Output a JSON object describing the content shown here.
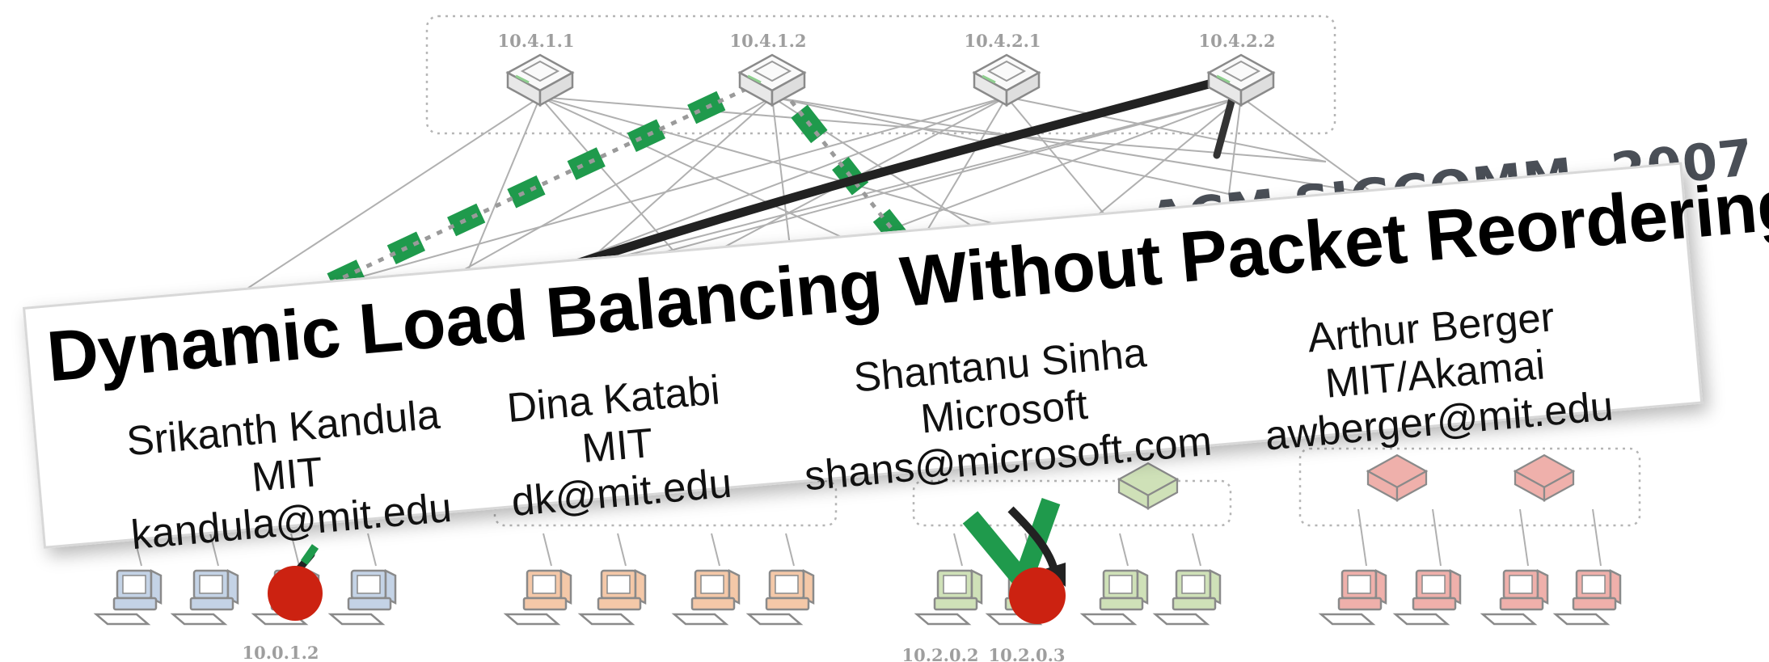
{
  "title": "Dynamic Load Balancing Without Packet Reordering",
  "venue": "ACM SIGCOMM, 2007",
  "authors": [
    {
      "name": "Srikanth Kandula",
      "affiliation": "MIT",
      "email": "kandula@mit.edu"
    },
    {
      "name": "Dina Katabi",
      "affiliation": "MIT",
      "email": "dk@mit.edu"
    },
    {
      "name": "Shantanu Sinha",
      "affiliation": "Microsoft",
      "email": "shans@microsoft.com"
    },
    {
      "name": "Arthur Berger",
      "affiliation": "MIT/Akamai",
      "email": "awberger@mit.edu"
    }
  ],
  "network": {
    "core_switches": [
      "10.4.1.1",
      "10.4.1.2",
      "10.4.2.1",
      "10.4.2.2"
    ],
    "host_labels": [
      "10.0.1.2",
      "10.2.0.2",
      "10.2.0.3"
    ],
    "colors": {
      "pod1": "#c4d3e6",
      "pod2": "#f4c8a8",
      "pod3": "#cfe1b8",
      "pod4": "#efb0ab",
      "flow_green": "#1f9a4c",
      "endpoint_red": "#cc2211",
      "arrow": "#222222",
      "link_gray": "#b0b0b0"
    }
  }
}
